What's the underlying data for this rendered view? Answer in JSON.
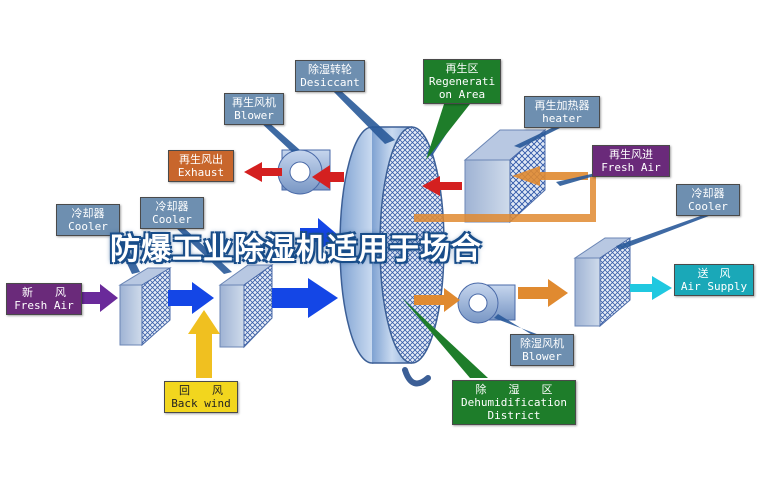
{
  "headline": "防爆工业除湿机适用于场合",
  "labels": {
    "desiccant": {
      "cn": "除湿转轮",
      "en": "Desiccant"
    },
    "regeneration": {
      "cn": "再生区",
      "en1": "Regenerati",
      "en2": "on Area"
    },
    "regen_blower": {
      "cn": "再生风机",
      "en": "Blower"
    },
    "regen_heater": {
      "cn": "再生加热器",
      "en": "heater"
    },
    "regen_exhaust": {
      "cn": "再生风出",
      "en": "Exhaust"
    },
    "regen_fresh_air": {
      "cn": "再生风进",
      "en": "Fresh Air"
    },
    "cooler_left": {
      "cn": "冷却器",
      "en": "Cooler"
    },
    "cooler_mid": {
      "cn": "冷却器",
      "en": "Cooler"
    },
    "cooler_right": {
      "cn": "冷却器",
      "en": "Cooler"
    },
    "fresh_air": {
      "cn": "新　　风",
      "en": "Fresh Air"
    },
    "air_supply": {
      "cn": "送　风",
      "en": "Air Supply"
    },
    "dehum_blower": {
      "cn": "除湿风机",
      "en": "Blower"
    },
    "back_wind": {
      "cn": "回　　风",
      "en": "Back wind"
    },
    "dehum_district": {
      "cn": "除　　湿　　区",
      "en1": "Dehumidification",
      "en2": "District"
    }
  },
  "colors": {
    "label_blue": "#6e8fb0",
    "label_orange": "#c8662c",
    "label_purple": "#6a2a7a",
    "label_teal": "#1aa8b8",
    "label_yellow": "#f2d61e",
    "label_green": "#1e7d2a",
    "arrow_blue": "#1446e6",
    "arrow_red": "#d42020",
    "arrow_orange": "#e08a30",
    "arrow_yellow": "#f0c020",
    "arrow_purple": "#6a2a9a",
    "arrow_cyan": "#20c8e0"
  }
}
